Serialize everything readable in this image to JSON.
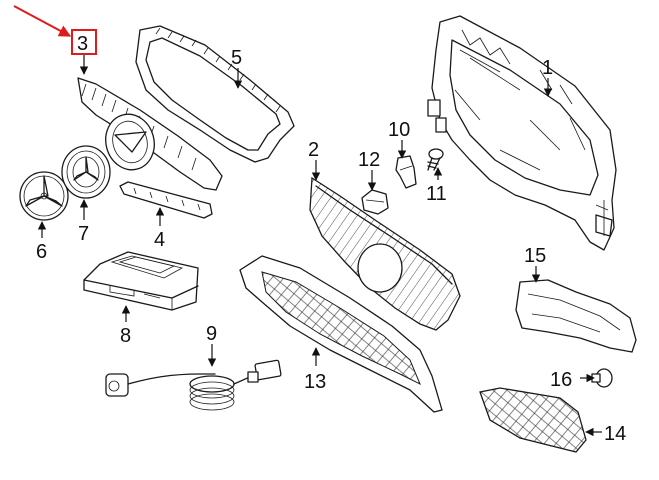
{
  "highlight_color": "#e01b1b",
  "callouts": [
    {
      "id": "1",
      "text": "1"
    },
    {
      "id": "2",
      "text": "2"
    },
    {
      "id": "3",
      "text": "3",
      "highlighted": true
    },
    {
      "id": "4",
      "text": "4"
    },
    {
      "id": "5",
      "text": "5"
    },
    {
      "id": "6",
      "text": "6"
    },
    {
      "id": "7",
      "text": "7"
    },
    {
      "id": "8",
      "text": "8"
    },
    {
      "id": "9",
      "text": "9"
    },
    {
      "id": "10",
      "text": "10"
    },
    {
      "id": "11",
      "text": "11"
    },
    {
      "id": "12",
      "text": "12"
    },
    {
      "id": "13",
      "text": "13"
    },
    {
      "id": "14",
      "text": "14"
    },
    {
      "id": "15",
      "text": "15"
    },
    {
      "id": "16",
      "text": "16"
    }
  ]
}
